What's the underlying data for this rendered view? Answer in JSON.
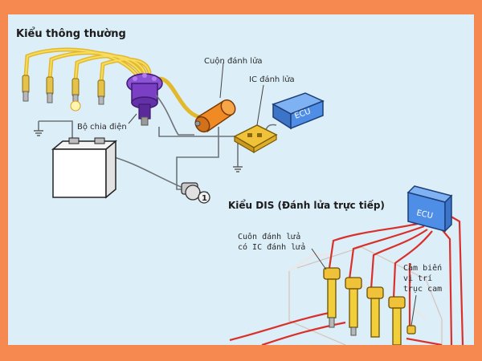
{
  "sections": {
    "conventional": {
      "title": "Kiểu thông thường"
    },
    "dis": {
      "title": "Kiểu DIS (Đánh lửa trực tiếp)"
    }
  },
  "labels": {
    "coil": "Cuộn đánh lửa",
    "ic": "IC đánh lửa",
    "distributor": "Bộ chia điện",
    "ecu_top": "ECU",
    "ecu_dis": "ECU",
    "key_number": "1",
    "dis_coil_line1": "Cuôn đánh lửa",
    "dis_coil_line2": "có IC đánh lửa",
    "cam_line1": "Cảm biến",
    "cam_line2": "vị trí",
    "cam_line3": "trục cam"
  },
  "colors": {
    "page_border": "#f5894f",
    "background": "#dceef7",
    "wire_yellow": "#f2cf3a",
    "wire_red": "#d9302b",
    "distributor_purple": "#7a3fc4",
    "coil_orange": "#f08a24",
    "ecu_blue": "#4f8ee6",
    "ic_yellow": "#f0c23a"
  },
  "icons": [
    "spark-plug-icon",
    "battery-icon",
    "ignition-key-icon",
    "ground-icon"
  ]
}
